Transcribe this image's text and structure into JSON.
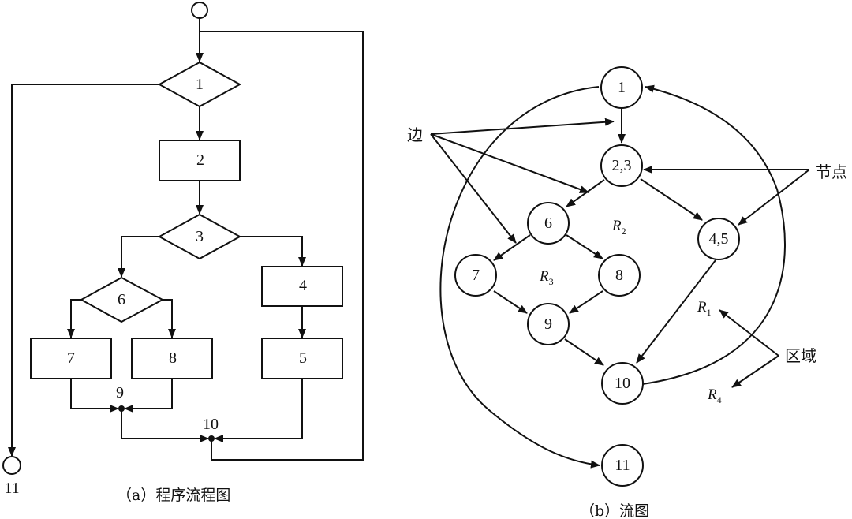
{
  "flowchart": {
    "caption": "（a）程序流程图",
    "start_label": "",
    "end_label": "11",
    "nodes": {
      "n1": "1",
      "n2": "2",
      "n3": "3",
      "n4": "4",
      "n5": "5",
      "n6": "6",
      "n7": "7",
      "n8": "8",
      "n9": "9",
      "n10": "10"
    }
  },
  "flowgraph": {
    "caption": "（b）流图",
    "nodes": {
      "n1": "1",
      "n23": "2,3",
      "n45": "4,5",
      "n6": "6",
      "n7": "7",
      "n8": "8",
      "n9": "9",
      "n10": "10",
      "n11": "11"
    },
    "annotations": {
      "edge": "边",
      "node": "节点",
      "region": "区域"
    },
    "regions": {
      "r1": {
        "base": "R",
        "sub": "1"
      },
      "r2": {
        "base": "R",
        "sub": "2"
      },
      "r3": {
        "base": "R",
        "sub": "3"
      },
      "r4": {
        "base": "R",
        "sub": "4"
      }
    }
  }
}
